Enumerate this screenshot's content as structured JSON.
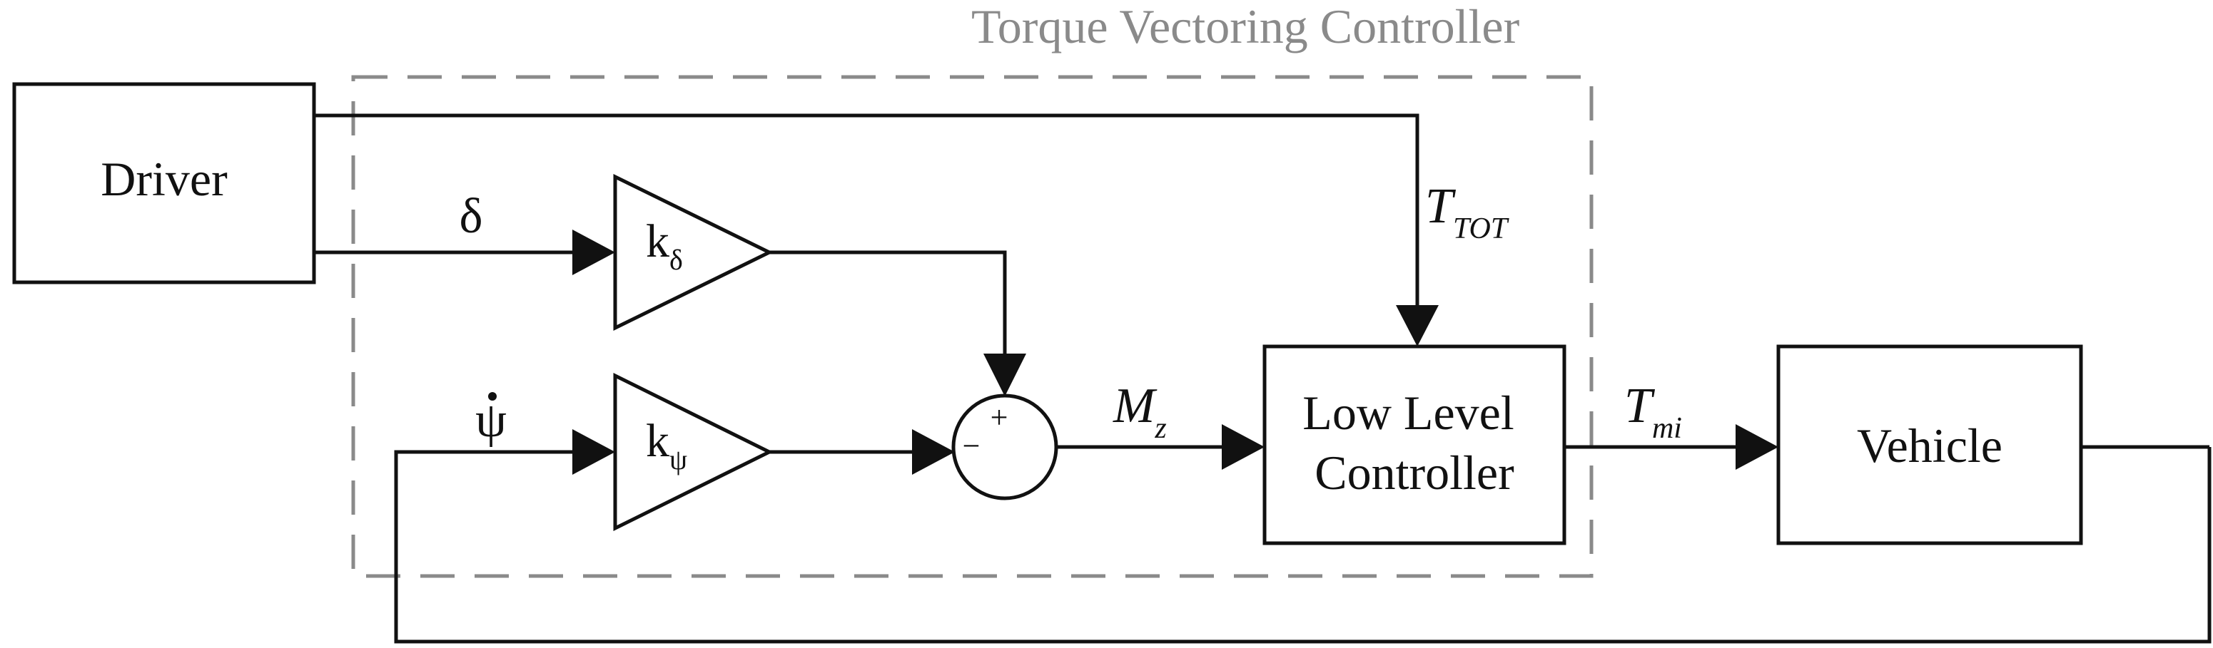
{
  "frame_title": "Torque Vectoring Controller",
  "blocks": {
    "driver": "Driver",
    "low_level_controller": [
      "Low Level",
      "Controller"
    ],
    "vehicle": "Vehicle"
  },
  "gains": {
    "k_delta": {
      "base": "k",
      "sub": "δ"
    },
    "k_psi": {
      "base": "k",
      "sub": "ψ"
    }
  },
  "summing_junction": {
    "top_sign": "+",
    "left_sign": "−"
  },
  "signals": {
    "delta": "δ",
    "psi_dot": "ψ",
    "M_z": {
      "base": "M",
      "sub": "z"
    },
    "T_TOT": {
      "base": "T",
      "sub": "TOT"
    },
    "T_mi": {
      "base": "T",
      "sub": "mi"
    }
  }
}
